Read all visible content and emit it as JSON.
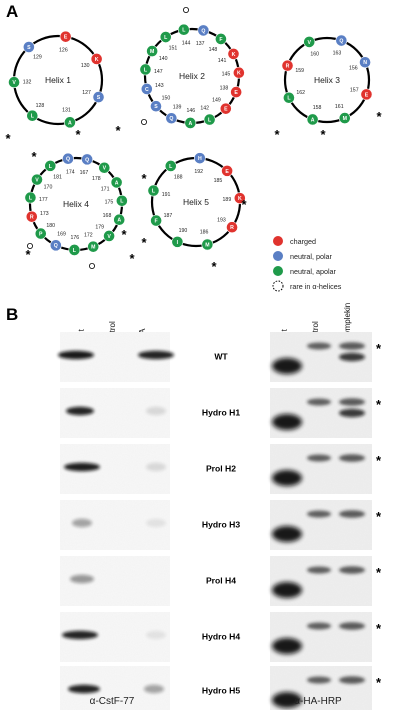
{
  "panel_a": {
    "label": "A",
    "colors": {
      "charged": "#e0332e",
      "polar": "#5a7fc4",
      "apolar": "#1f9a4a"
    },
    "legend": [
      {
        "key": "charged",
        "label": "charged"
      },
      {
        "key": "polar",
        "label": "neutral, polar"
      },
      {
        "key": "apolar",
        "label": "neutral, apolar"
      },
      {
        "key": "rare",
        "label": "rare in α-helices"
      }
    ],
    "helices": [
      {
        "title": "Helix 1",
        "residues": [
          {
            "aa": "E",
            "cls": "charged",
            "num": "126"
          },
          {
            "aa": "K",
            "cls": "charged",
            "num": "130"
          },
          {
            "aa": "S",
            "cls": "polar",
            "num": "127"
          },
          {
            "aa": "A",
            "cls": "apolar",
            "num": "131"
          },
          {
            "aa": "L",
            "cls": "apolar",
            "num": "128"
          },
          {
            "aa": "V",
            "cls": "apolar",
            "num": "132"
          },
          {
            "aa": "S",
            "cls": "polar",
            "num": "129"
          }
        ]
      },
      {
        "title": "Helix 2",
        "residues": [
          {
            "aa": "L",
            "cls": "apolar",
            "num": "144"
          },
          {
            "aa": "Q",
            "cls": "polar",
            "num": "137"
          },
          {
            "aa": "F",
            "cls": "apolar",
            "num": "148"
          },
          {
            "aa": "K",
            "cls": "charged",
            "num": "141"
          },
          {
            "aa": "K",
            "cls": "charged",
            "num": "145"
          },
          {
            "aa": "E",
            "cls": "charged",
            "num": "138"
          },
          {
            "aa": "E",
            "cls": "charged",
            "num": "149"
          },
          {
            "aa": "L",
            "cls": "apolar",
            "num": "142"
          },
          {
            "aa": "A",
            "cls": "apolar",
            "num": "146"
          },
          {
            "aa": "Q",
            "cls": "polar",
            "num": "139"
          },
          {
            "aa": "S",
            "cls": "polar",
            "num": "150"
          },
          {
            "aa": "C",
            "cls": "polar",
            "num": "143"
          },
          {
            "aa": "L",
            "cls": "apolar",
            "num": "147"
          },
          {
            "aa": "M",
            "cls": "apolar",
            "num": "140"
          },
          {
            "aa": "L",
            "cls": "apolar",
            "num": "151"
          }
        ],
        "inner_numbers": [
          "144",
          "137",
          "148",
          "141",
          "151",
          "140",
          "147",
          "143",
          "150",
          "139",
          "146",
          "142",
          "149",
          "138",
          "145"
        ]
      },
      {
        "title": "Helix 3",
        "residues": [
          {
            "aa": "Q",
            "cls": "polar",
            "num": "163"
          },
          {
            "aa": "N",
            "cls": "polar",
            "num": "156"
          },
          {
            "aa": "E",
            "cls": "charged",
            "num": "157"
          },
          {
            "aa": "M",
            "cls": "apolar",
            "num": "161"
          },
          {
            "aa": "A",
            "cls": "apolar",
            "num": "158"
          },
          {
            "aa": "L",
            "cls": "apolar",
            "num": "162"
          },
          {
            "aa": "R",
            "cls": "charged",
            "num": "159"
          },
          {
            "aa": "V",
            "cls": "apolar",
            "num": "160"
          }
        ]
      },
      {
        "title": "Helix 4",
        "residues": [
          {
            "aa": "Q",
            "cls": "polar",
            "num": "174"
          },
          {
            "aa": "Q",
            "cls": "polar",
            "num": "167"
          },
          {
            "aa": "V",
            "cls": "apolar",
            "num": "178"
          },
          {
            "aa": "A",
            "cls": "apolar",
            "num": "171"
          },
          {
            "aa": "L",
            "cls": "apolar",
            "num": "175"
          },
          {
            "aa": "A",
            "cls": "apolar",
            "num": "168"
          },
          {
            "aa": "V",
            "cls": "apolar",
            "num": "179"
          },
          {
            "aa": "M",
            "cls": "apolar",
            "num": "172"
          },
          {
            "aa": "L",
            "cls": "apolar",
            "num": "176"
          },
          {
            "aa": "Q",
            "cls": "polar",
            "num": "169"
          },
          {
            "aa": "P",
            "cls": "apolar",
            "num": "180"
          },
          {
            "aa": "R",
            "cls": "charged",
            "num": "173"
          },
          {
            "aa": "L",
            "cls": "apolar",
            "num": "177"
          },
          {
            "aa": "V",
            "cls": "apolar",
            "num": "170"
          },
          {
            "aa": "L",
            "cls": "apolar",
            "num": "181"
          }
        ],
        "inner_numbers": [
          "174",
          "167",
          "178",
          "171",
          "175",
          "168",
          "179",
          "172",
          "176",
          "169",
          "180",
          "173",
          "177",
          "170",
          "181"
        ]
      },
      {
        "title": "Helix 5",
        "residues": [
          {
            "aa": "H",
            "cls": "polar",
            "num": "192"
          },
          {
            "aa": "E",
            "cls": "charged",
            "num": "185"
          },
          {
            "aa": "K",
            "cls": "charged",
            "num": "189"
          },
          {
            "aa": "R",
            "cls": "charged",
            "num": "193"
          },
          {
            "aa": "M",
            "cls": "apolar",
            "num": "186"
          },
          {
            "aa": "I",
            "cls": "apolar",
            "num": "190"
          },
          {
            "aa": "F",
            "cls": "apolar",
            "num": "187"
          },
          {
            "aa": "L",
            "cls": "apolar",
            "num": "191"
          },
          {
            "aa": "L",
            "cls": "apolar",
            "num": "188"
          }
        ]
      }
    ]
  },
  "panel_b": {
    "label": "B",
    "left_lanes": [
      "Input",
      "Control",
      "α-HA"
    ],
    "right_lanes": [
      "Input",
      "Control",
      "α-Symplekin"
    ],
    "rows": [
      "WT",
      "Hydro H1",
      "Prol H2",
      "Hydro H3",
      "Prol H4",
      "Hydro H4",
      "Hydro H5"
    ],
    "star": "*",
    "left_antibody": "α-CstF-77",
    "right_antibody": "α-HA-HRP"
  }
}
